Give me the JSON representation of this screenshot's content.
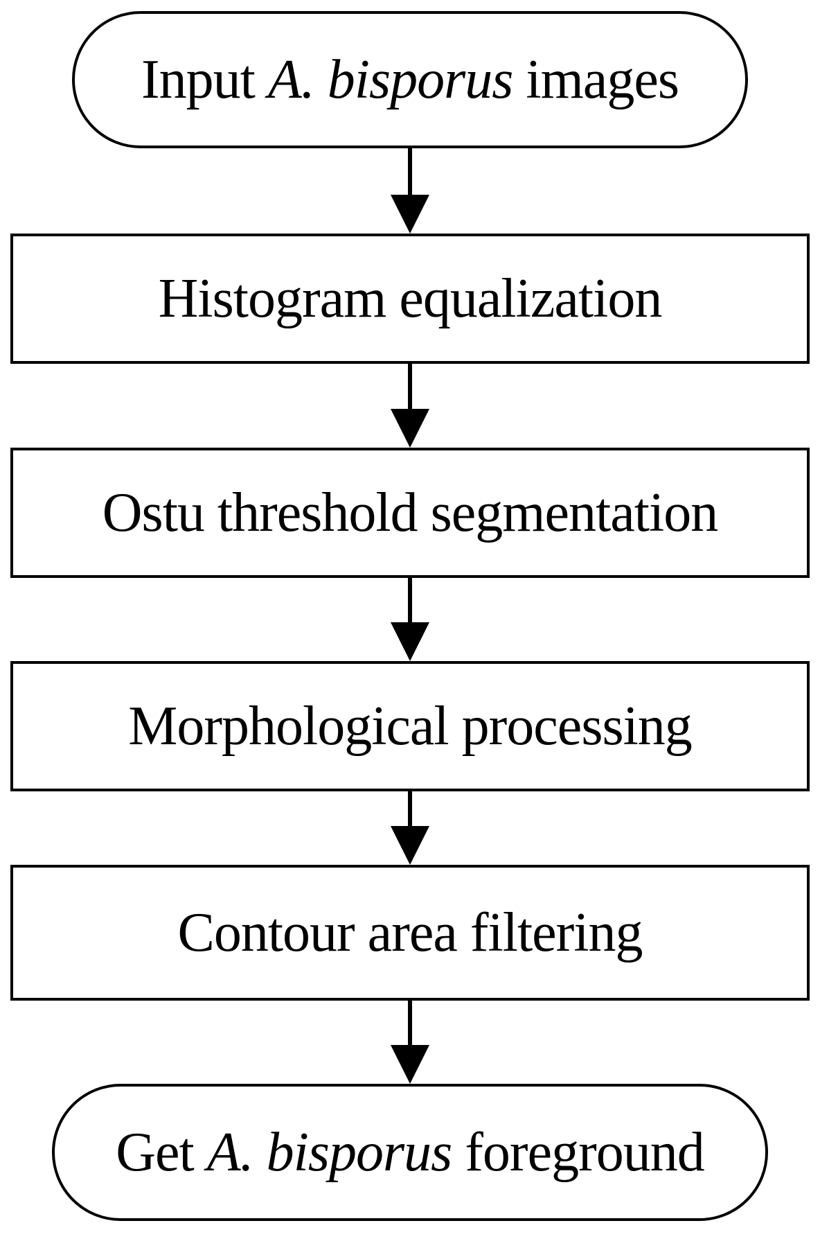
{
  "diagram": {
    "type": "flowchart",
    "background": "#ffffff",
    "stroke_color": "#000000",
    "text_color": "#000000",
    "nodes": [
      {
        "id": "input-images",
        "shape": "stadium",
        "pre": "Input ",
        "em": "A. bisporus",
        "post": " images"
      },
      {
        "id": "histogram-equalization",
        "shape": "rectangle",
        "pre": "Histogram equalization",
        "em": "",
        "post": ""
      },
      {
        "id": "ostu-threshold-segmentation",
        "shape": "rectangle",
        "pre": "Ostu threshold segmentation",
        "em": "",
        "post": ""
      },
      {
        "id": "morphological-processing",
        "shape": "rectangle",
        "pre": "Morphological processing",
        "em": "",
        "post": ""
      },
      {
        "id": "contour-area-filtering",
        "shape": "rectangle",
        "pre": "Contour area filtering",
        "em": "",
        "post": ""
      },
      {
        "id": "get-foreground",
        "shape": "stadium",
        "pre": "Get ",
        "em": "A. bisporus",
        "post": " foreground"
      }
    ],
    "connectors": [
      {
        "from": "input-images",
        "to": "histogram-equalization",
        "type": "arrow-down"
      },
      {
        "from": "histogram-equalization",
        "to": "ostu-threshold-segmentation",
        "type": "arrow-down"
      },
      {
        "from": "ostu-threshold-segmentation",
        "to": "morphological-processing",
        "type": "arrow-down"
      },
      {
        "from": "morphological-processing",
        "to": "contour-area-filtering",
        "type": "arrow-down"
      },
      {
        "from": "contour-area-filtering",
        "to": "get-foreground",
        "type": "arrow-down"
      }
    ]
  }
}
